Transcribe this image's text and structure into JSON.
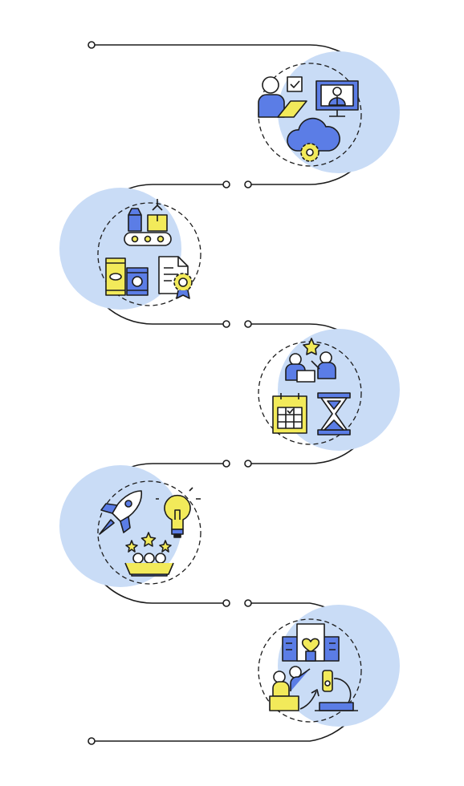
{
  "colors": {
    "line": "#1c1c1c",
    "blob": "#c9dcf6",
    "blue": "#5b7de6",
    "yellow": "#f2ea5a",
    "white": "#ffffff"
  },
  "steps": [
    {
      "side": "right",
      "icons": [
        "remote-work-icon",
        "video-call-icon",
        "cloud-settings-icon"
      ]
    },
    {
      "side": "left",
      "icons": [
        "factory-conveyor-icon",
        "canned-food-icon",
        "certificate-icon"
      ]
    },
    {
      "side": "right",
      "icons": [
        "team-meeting-icon",
        "calendar-icon",
        "hourglass-icon"
      ]
    },
    {
      "side": "left",
      "icons": [
        "rocket-icon",
        "lightbulb-icon",
        "team-stars-icon"
      ]
    },
    {
      "side": "right",
      "icons": [
        "hospital-icon",
        "patient-care-icon",
        "microscope-icon"
      ]
    }
  ]
}
